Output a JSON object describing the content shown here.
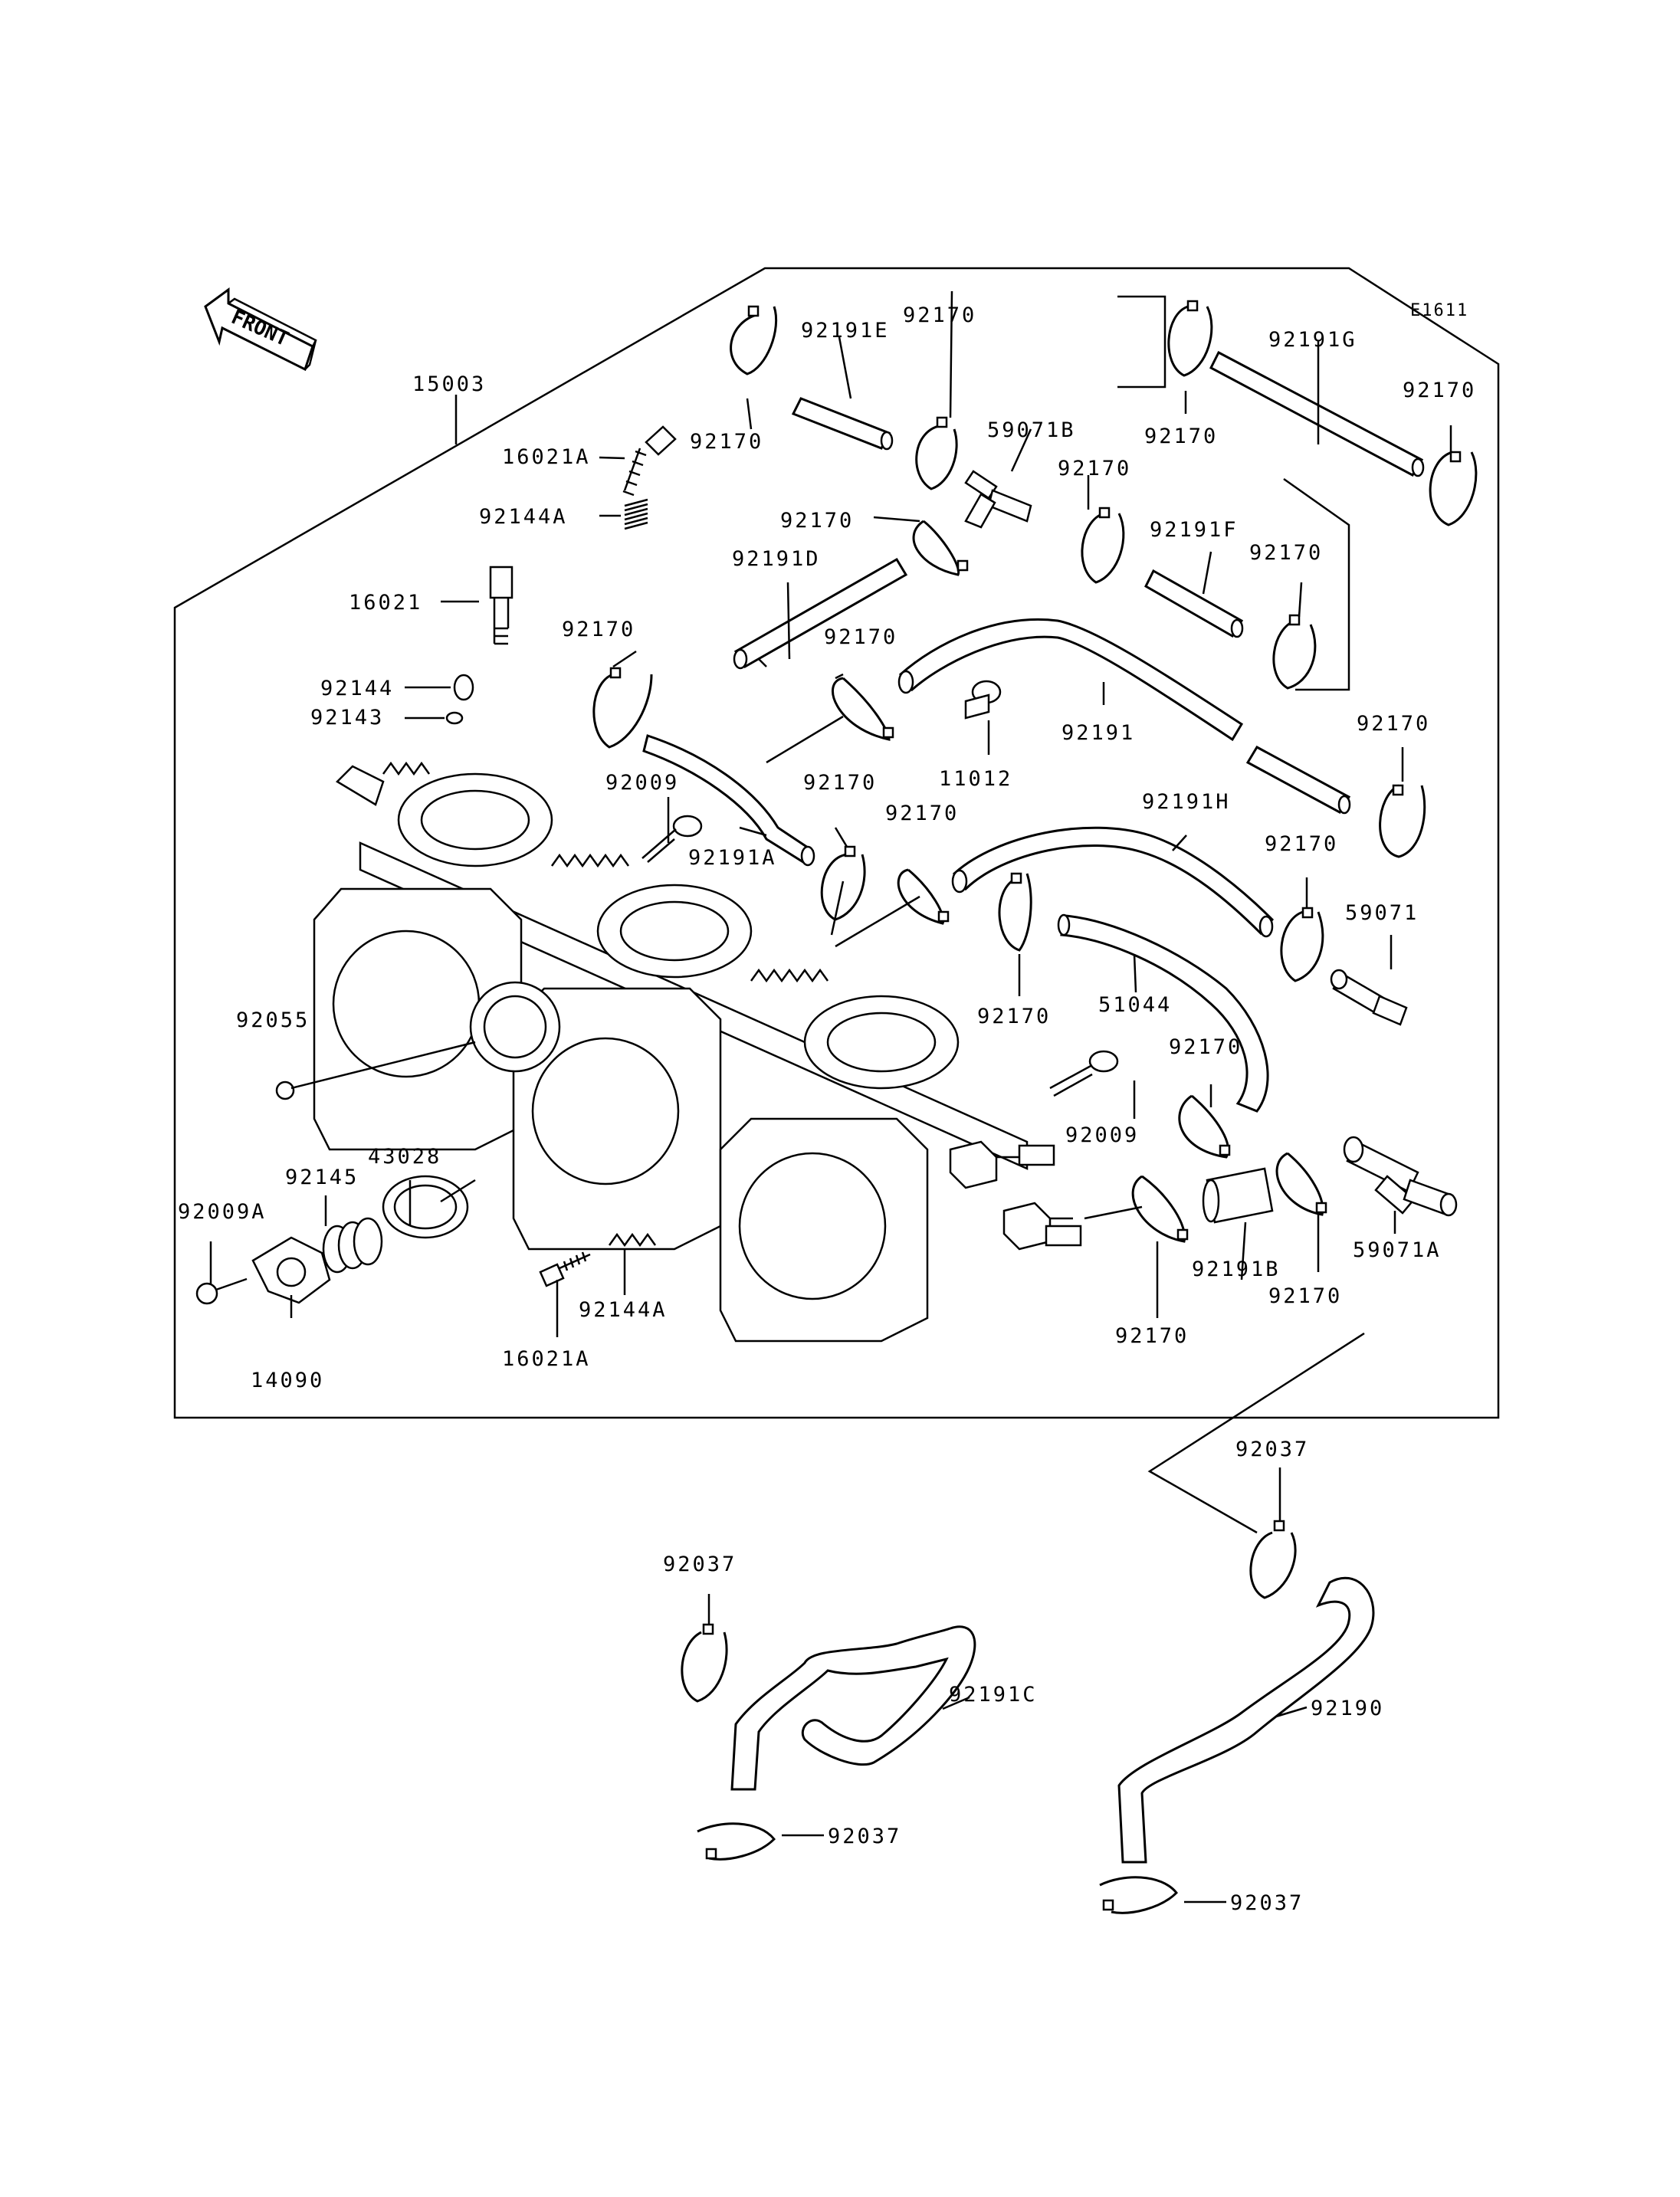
{
  "figure_code": "E1611",
  "front_label": "FRONT",
  "parts": [
    {
      "id": "p15003",
      "text": "15003"
    },
    {
      "id": "p16021A_top",
      "text": "16021A"
    },
    {
      "id": "p92144A_top",
      "text": "92144A"
    },
    {
      "id": "p16021",
      "text": "16021"
    },
    {
      "id": "p92144",
      "text": "92144"
    },
    {
      "id": "p92143",
      "text": "92143"
    },
    {
      "id": "p92055",
      "text": "92055"
    },
    {
      "id": "p43028",
      "text": "43028"
    },
    {
      "id": "p92145",
      "text": "92145"
    },
    {
      "id": "p92009A",
      "text": "92009A"
    },
    {
      "id": "p14090",
      "text": "14090"
    },
    {
      "id": "p16021A_bot",
      "text": "16021A"
    },
    {
      "id": "p92144A_bot",
      "text": "92144A"
    },
    {
      "id": "p92009_top",
      "text": "92009"
    },
    {
      "id": "p92191A",
      "text": "92191A"
    },
    {
      "id": "p92170_a",
      "text": "92170"
    },
    {
      "id": "p92191E",
      "text": "92191E"
    },
    {
      "id": "p92170_b",
      "text": "92170"
    },
    {
      "id": "p92170_c",
      "text": "92170"
    },
    {
      "id": "p59071B",
      "text": "59071B"
    },
    {
      "id": "p92170_d",
      "text": "92170"
    },
    {
      "id": "p92191D",
      "text": "92191D"
    },
    {
      "id": "p92170_e",
      "text": "92170"
    },
    {
      "id": "p92170_f",
      "text": "92170"
    },
    {
      "id": "p11012",
      "text": "11012"
    },
    {
      "id": "p92191",
      "text": "92191"
    },
    {
      "id": "p92170_g",
      "text": "92170"
    },
    {
      "id": "p92170_h",
      "text": "92170"
    },
    {
      "id": "p92191F",
      "text": "92191F"
    },
    {
      "id": "p92170_i",
      "text": "92170"
    },
    {
      "id": "p92191G",
      "text": "92191G"
    },
    {
      "id": "p92170_j",
      "text": "92170"
    },
    {
      "id": "p92170_k",
      "text": "92170"
    },
    {
      "id": "p92170_l",
      "text": "92170"
    },
    {
      "id": "p92191H",
      "text": "92191H"
    },
    {
      "id": "p92170_m",
      "text": "92170"
    },
    {
      "id": "p59071",
      "text": "59071"
    },
    {
      "id": "p92170_n",
      "text": "92170"
    },
    {
      "id": "p51044",
      "text": "51044"
    },
    {
      "id": "p92170_o",
      "text": "92170"
    },
    {
      "id": "p92009_mid",
      "text": "92009"
    },
    {
      "id": "p92170_p",
      "text": "92170"
    },
    {
      "id": "p92191B",
      "text": "92191B"
    },
    {
      "id": "p92170_q",
      "text": "92170"
    },
    {
      "id": "p59071A",
      "text": "59071A"
    },
    {
      "id": "p92037_top",
      "text": "92037"
    },
    {
      "id": "p92037_left",
      "text": "92037"
    },
    {
      "id": "p92191C",
      "text": "92191C"
    },
    {
      "id": "p92037_lbot",
      "text": "92037"
    },
    {
      "id": "p92190",
      "text": "92190"
    },
    {
      "id": "p92037_rbot",
      "text": "92037"
    }
  ]
}
